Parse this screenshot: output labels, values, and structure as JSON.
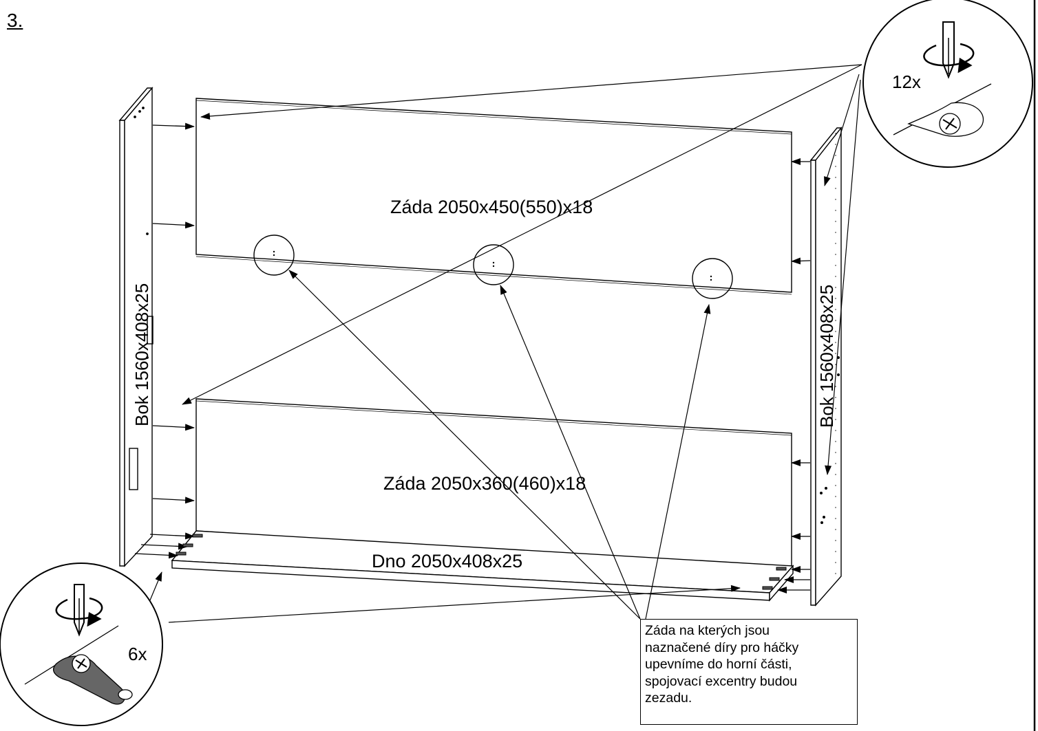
{
  "step_number": "3.",
  "labels": {
    "left_side": "Bok 1560x408x25",
    "right_side": "Bok 1560x408x25",
    "upper_back": "Záda 2050x450(550)x18",
    "lower_back": "Záda 2050x360(460)x18",
    "bottom": "Dno 2050x408x25"
  },
  "callouts": {
    "top_right_count": "12x",
    "bottom_left_count": "6x"
  },
  "note_lines": [
    "Záda na kterých jsou",
    "naznačené díry pro háčky",
    "upevníme do horní části,",
    "spojovací excentry budou",
    "zezadu."
  ],
  "colors": {
    "line": "#000000",
    "background": "#ffffff",
    "cam_fill": "#555555"
  }
}
